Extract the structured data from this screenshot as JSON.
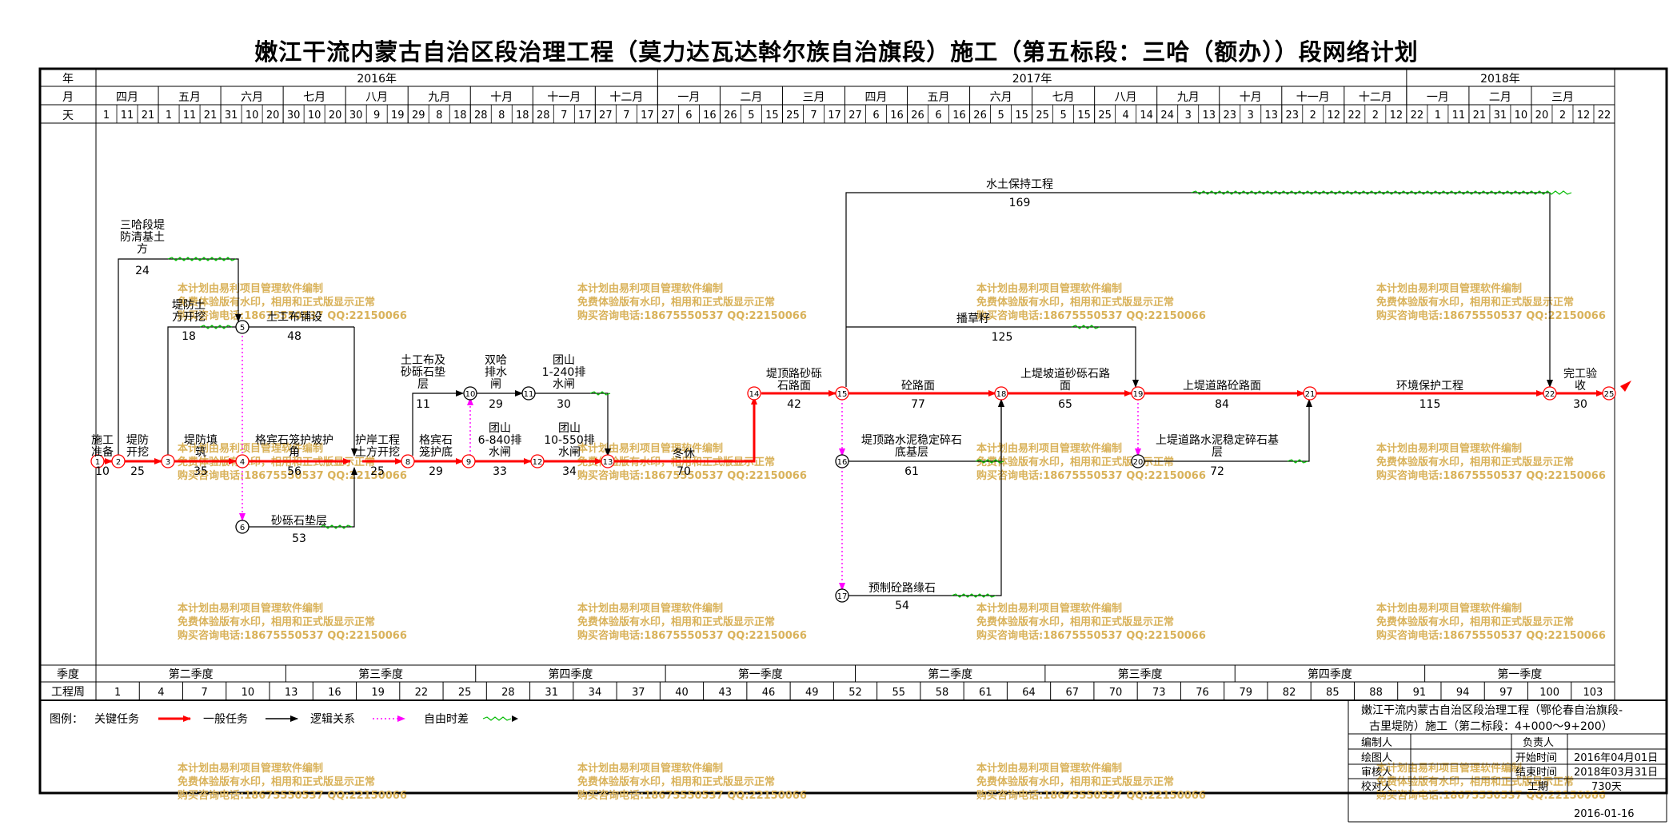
{
  "title": "嫩江干流内蒙古自治区段治理工程（莫力达瓦达斡尔族自治旗段）施工（第五标段：三哈（额办））段网络计划",
  "header": {
    "row_labels": {
      "year": "年",
      "month": "月",
      "day": "天",
      "quarter": "季度",
      "week": "工程周"
    },
    "years": [
      "2016年",
      "2017年",
      "2018年"
    ],
    "months": [
      "四月",
      "五月",
      "六月",
      "七月",
      "八月",
      "九月",
      "十月",
      "十一月",
      "十二月",
      "一月",
      "二月",
      "三月",
      "四月",
      "五月",
      "六月",
      "七月",
      "八月",
      "九月",
      "十月",
      "十一月",
      "十二月",
      "一月",
      "二月",
      "三月"
    ],
    "days": [
      "1",
      "11",
      "21",
      "1",
      "11",
      "21",
      "31",
      "10",
      "20",
      "30",
      "10",
      "20",
      "30",
      "9",
      "19",
      "29",
      "8",
      "18",
      "28",
      "8",
      "18",
      "28",
      "7",
      "17",
      "27",
      "7",
      "17",
      "27",
      "6",
      "16",
      "26",
      "5",
      "15",
      "25",
      "7",
      "17",
      "27",
      "6",
      "16",
      "26",
      "6",
      "16",
      "26",
      "5",
      "15",
      "25",
      "5",
      "15",
      "25",
      "4",
      "14",
      "24",
      "3",
      "13",
      "23",
      "3",
      "13",
      "23",
      "2",
      "12",
      "22",
      "2",
      "12",
      "22",
      "1",
      "11",
      "21",
      "31",
      "10",
      "20",
      "2",
      "12",
      "22"
    ],
    "quarters": [
      "第二季度",
      "第三季度",
      "第四季度",
      "第一季度",
      "第二季度",
      "第三季度",
      "第四季度",
      "第一季度"
    ],
    "weeks": [
      "1",
      "4",
      "7",
      "10",
      "13",
      "16",
      "19",
      "22",
      "25",
      "28",
      "31",
      "34",
      "37",
      "40",
      "43",
      "46",
      "49",
      "52",
      "55",
      "58",
      "61",
      "64",
      "67",
      "70",
      "73",
      "76",
      "79",
      "82",
      "85",
      "88",
      "91",
      "94",
      "97",
      "100",
      "103"
    ]
  },
  "nodes": [
    "1",
    "2",
    "3",
    "4",
    "5",
    "6",
    "8",
    "9",
    "10",
    "11",
    "12",
    "13",
    "14",
    "15",
    "16",
    "17",
    "18",
    "19",
    "20",
    "21",
    "22",
    "25"
  ],
  "tasks": [
    {
      "name": "施工准备",
      "duration": "10"
    },
    {
      "name": "堤防开挖",
      "duration": "25"
    },
    {
      "name": "三哈段堤防清基土方",
      "duration": "24"
    },
    {
      "name": "堤防土方开挖",
      "duration": "18"
    },
    {
      "name": "土工布铺设",
      "duration": "48"
    },
    {
      "name": "堤防填筑",
      "duration": "35"
    },
    {
      "name": "格宾石笼护坡护角",
      "duration": "56"
    },
    {
      "name": "砂砾石垫层",
      "duration": "53"
    },
    {
      "name": "护岸工程土方开挖",
      "duration": "25"
    },
    {
      "name": "格宾石笼护底",
      "duration": "29"
    },
    {
      "name": "土工布及砂砾石垫层",
      "duration": "11"
    },
    {
      "name": "双哈排水闸",
      "duration": "29"
    },
    {
      "name": "团山1-240排水闸",
      "duration": "30"
    },
    {
      "name": "团山6-840排水闸",
      "duration": "33"
    },
    {
      "name": "团山10-550排水闸",
      "duration": "34"
    },
    {
      "name": "冬休",
      "duration": "70"
    },
    {
      "name": "堤顶路砂砾石路面",
      "duration": "42"
    },
    {
      "name": "水土保持工程",
      "duration": "169"
    },
    {
      "name": "播草籽",
      "duration": "125"
    },
    {
      "name": "砼路面",
      "duration": "77"
    },
    {
      "name": "上堤坡道砂砾石路面",
      "duration": "65"
    },
    {
      "name": "上堤道路砼路面",
      "duration": "84"
    },
    {
      "name": "环境保护工程",
      "duration": "115"
    },
    {
      "name": "完工验收",
      "duration": "30"
    },
    {
      "name": "堤顶路水泥稳定碎石底基层",
      "duration": "61"
    },
    {
      "name": "上堤道路水泥稳定碎石基层",
      "duration": "72"
    },
    {
      "name": "预制砼路缘石",
      "duration": "54"
    }
  ],
  "legend": {
    "prefix": "图例：",
    "items": [
      "关键任务",
      "一般任务",
      "逻辑关系",
      "自由时差"
    ]
  },
  "watermark": [
    "本计划由易利项目管理软件编制",
    "免费体验版有水印，相用和正式版显示正常",
    "购买咨询电话:18675550537 QQ:22150066"
  ],
  "info_box": {
    "project": "嫩江干流内蒙古自治区段治理工程（鄂伦春自治旗段-古里堤防）施工（第二标段：4+000～9+200）",
    "compiler": "编制人",
    "responsible": "负责人",
    "drawer": "绘图人",
    "start_label": "开始时间",
    "start_value": "2016年04月01日",
    "reviewer": "审核人",
    "end_label": "结束时间",
    "end_value": "2018年03月31日",
    "checker": "校对人",
    "period_label": "工期",
    "period_value": "730天",
    "date": "2016-01-16"
  },
  "colors": {
    "critical": "#ff0000",
    "normal": "#000000",
    "free_float": "#00bb00",
    "logic": "#ff00ff",
    "watermark": "#d9b25a"
  }
}
